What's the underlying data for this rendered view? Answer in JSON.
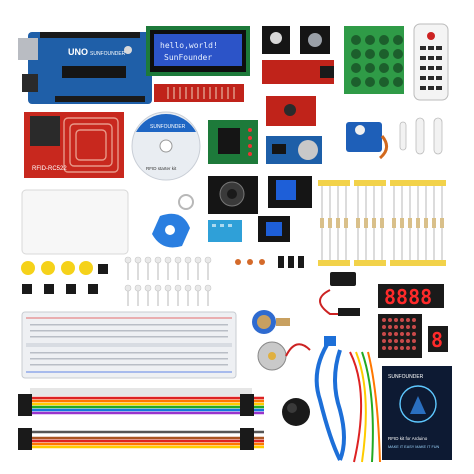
{
  "lcd": {
    "line1": "hello,world!",
    "line2": "SunFounder"
  },
  "arduino": {
    "logo": "UNO",
    "brand": "SUNFOUNDER"
  },
  "rfid_module": {
    "label": "RFID-RC522"
  },
  "cd": {
    "brand": "SUNFOUNDER",
    "title": "RFID starter kit"
  },
  "led_display_digits": "8888",
  "single_digit": "8",
  "book": {
    "brand": "SUNFOUNDER",
    "title": "RFID kit for Arduino",
    "tagline": "MAKE IT EASY MAKE IT FUN"
  },
  "colors": {
    "arduino_board": "#1f5fa8",
    "lcd_screen": "#2c54c8",
    "lcd_text": "#e8f0ff",
    "rfid_board": "#c8281e",
    "sensor_red": "#c0231a",
    "keypad_green": "#2f9b47",
    "resistor_strip": "#f2d24a",
    "breadboard": "#eef0f3",
    "segment_red": "#ff2a2a",
    "book_bg": "#0d1a33",
    "usb_cable": "#1d6fd8",
    "jumper_rainbow": [
      "#d22",
      "#f70",
      "#fc0",
      "#2a2",
      "#17d",
      "#93c",
      "#555",
      "#fff",
      "#a52"
    ]
  }
}
